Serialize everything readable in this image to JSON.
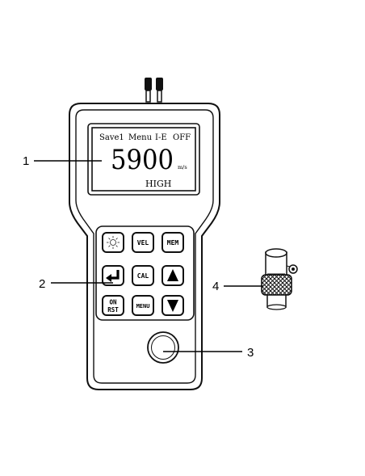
{
  "screen": {
    "menu_items": [
      "Save1",
      "Menu",
      "I-E",
      "OFF"
    ],
    "reading": "5900",
    "unit": "m/s",
    "mode": "HIGH"
  },
  "keypad": {
    "backlight_icon": "sun-icon",
    "vel_label": "VEL",
    "mem_label": "MEM",
    "enter_icon": "enter-arrow-icon",
    "cal_label": "CAL",
    "up_icon": "up-triangle-icon",
    "on_rst_label_line1": "ON",
    "on_rst_label_line2": "RST",
    "menu_label": "MENU",
    "down_icon": "down-triangle-icon"
  },
  "callouts": {
    "screen": "1",
    "keypad": "2",
    "probe_socket": "3",
    "probe": "4"
  }
}
